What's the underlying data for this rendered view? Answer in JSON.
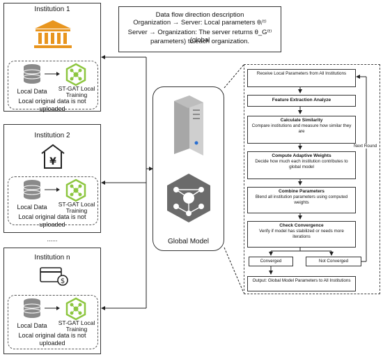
{
  "description": {
    "title": "Data flow direction description",
    "line1": "Organization → Server: Local parameters θᵢ⁽ᵗ⁾",
    "line2": "Server → Organization: The server returns θ_G⁽ᵗ⁾ (global",
    "line3": "parameters) to each organization."
  },
  "institutions": [
    {
      "title": "Institution 1",
      "icon": "bank-icon"
    },
    {
      "title": "Institution 2",
      "icon": "house-yen-icon"
    },
    {
      "title": "Institution n",
      "icon": "card-dollar-icon"
    }
  ],
  "local": {
    "data_label": "Local Data",
    "train_line1": "ST-GAT Local",
    "train_line2": "Training",
    "note_line1": "Local original data is not",
    "note_line2": "uploaded"
  },
  "ellipsis": "......",
  "server": {
    "label": "Global Model",
    "icons": [
      "server-icon",
      "network-hex-icon"
    ]
  },
  "flow": {
    "steps": [
      {
        "title": "",
        "text": "Receive Local Parameters from All Institutions"
      },
      {
        "title": "Feature Extraction Analyze",
        "text": ""
      },
      {
        "title": "Calculate Similarity",
        "text": "Compare institutions and measure how similar they are"
      },
      {
        "title": "Compute Adaptive Weights",
        "text": "Decide how much each institution contributes to global model"
      },
      {
        "title": "Combine Parameters",
        "text": "Blend all institution parameters using computed weights"
      },
      {
        "title": "Check Convergence",
        "text": "Verify if model has stabilized or needs more iterations"
      }
    ],
    "converged": "Converged",
    "not_converged": "Not Converged",
    "next_round": "Next Round",
    "output": "Output: Global Model Parameters to All Institutions"
  },
  "colors": {
    "bank": "#e8951e",
    "green": "#8dc63f",
    "gray": "#8a8a8a"
  }
}
